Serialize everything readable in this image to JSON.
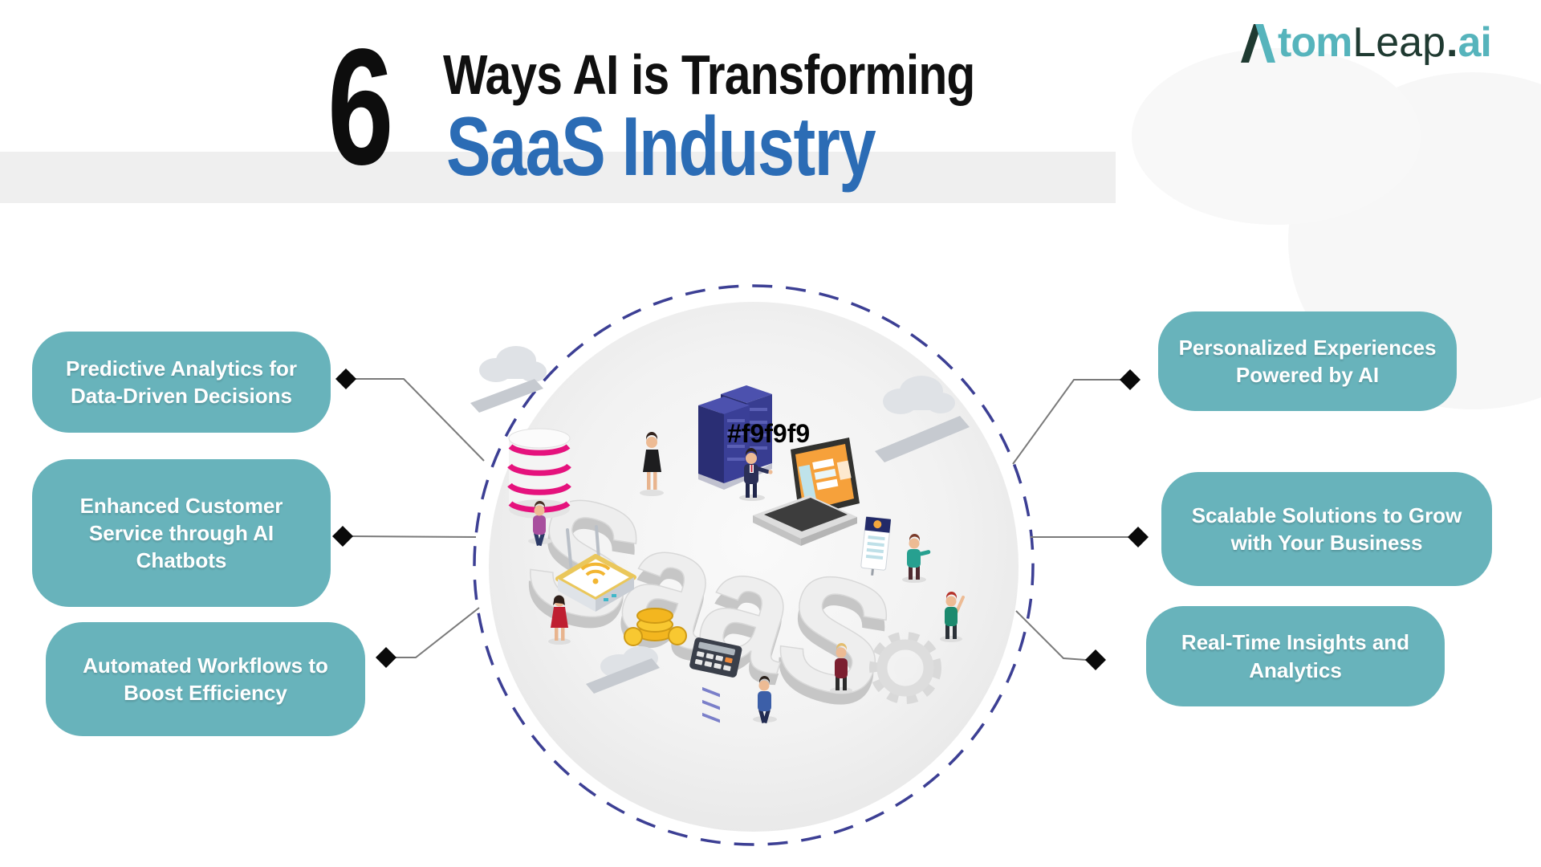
{
  "brand": {
    "logo_a": "Λ",
    "logo_tom": "tom",
    "logo_leap": "Leap",
    "logo_dot": ".",
    "logo_ai": "ai"
  },
  "title": {
    "number": "6",
    "line1": "Ways AI is Transforming",
    "line2": "SaaS Industry"
  },
  "illustration": {
    "saas_word": "SaaS",
    "color_watermark": "#f9f9f9"
  },
  "benefits_left": [
    {
      "label": "Predictive Analytics for Data-Driven Decisions"
    },
    {
      "label": "Enhanced Customer Service through AI Chatbots"
    },
    {
      "label": "Automated Workflows to Boost Efficiency"
    }
  ],
  "benefits_right": [
    {
      "label": "Personalized Experiences Powered by AI"
    },
    {
      "label": "Scalable Solutions to Grow with Your Business"
    },
    {
      "label": "Real-Time Insights and Analytics"
    }
  ],
  "colors": {
    "teal_box": "#68b3bb",
    "title_blue": "#2b6cb5",
    "dashed_circle": "#3c3f94",
    "logo_teal": "#56b4bc",
    "logo_dark": "#1f3a31",
    "band_gray": "#efefef"
  }
}
